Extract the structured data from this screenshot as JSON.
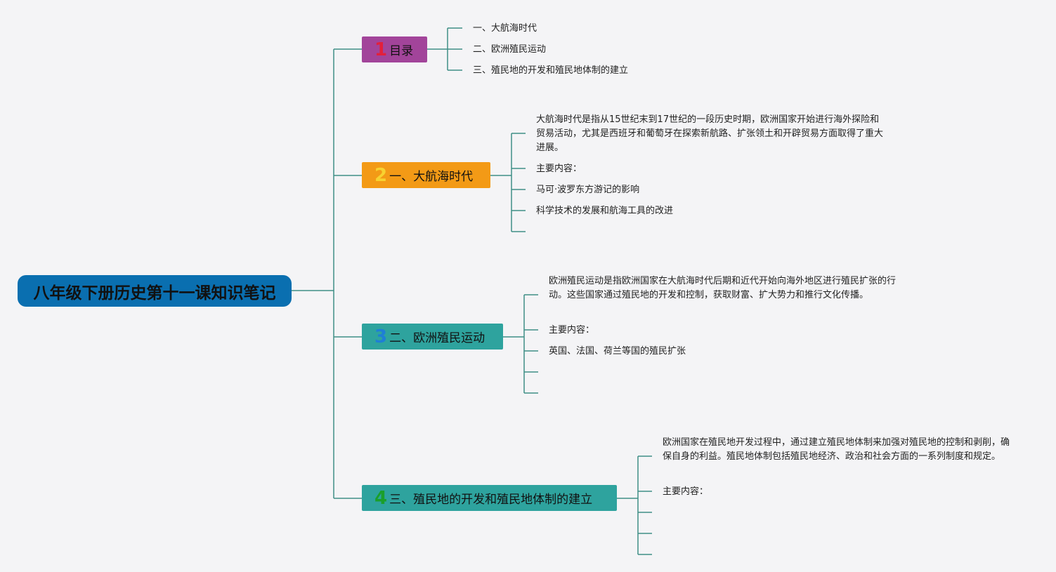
{
  "root": {
    "title": "八年级下册历史第十一课知识笔记"
  },
  "colors": {
    "connector": "#3f8f86",
    "root_bg": "#0a6fb0",
    "topic1_bg": "#a2449a",
    "topic2_bg": "#f39a16",
    "topic3_bg": "#2ea39e",
    "topic4_bg": "#2ea39e",
    "num1": "#e2203c",
    "num2": "#f7d230",
    "num3": "#1e7fd6",
    "num4": "#1a9f2a"
  },
  "topics": [
    {
      "number": "1",
      "label": "目录",
      "items": [
        "一、大航海时代",
        "二、欧洲殖民运动",
        "三、殖民地的开发和殖民地体制的建立"
      ]
    },
    {
      "number": "2",
      "label": "一、大航海时代",
      "description": "大航海时代是指从15世纪末到17世纪的一段历史时期，欧洲国家开始进行海外探险和贸易活动，尤其是西班牙和葡萄牙在探索新航路、扩张领土和开辟贸易方面取得了重大进展。",
      "items": [
        "主要内容：",
        "马可·波罗东方游记的影响",
        "科学技术的发展和航海工具的改进"
      ]
    },
    {
      "number": "3",
      "label": "二、欧洲殖民运动",
      "description": "欧洲殖民运动是指欧洲国家在大航海时代后期和近代开始向海外地区进行殖民扩张的行动。这些国家通过殖民地的开发和控制，获取财富、扩大势力和推行文化传播。",
      "items": [
        "主要内容：",
        "英国、法国、荷兰等国的殖民扩张"
      ]
    },
    {
      "number": "4",
      "label": "三、殖民地的开发和殖民地体制的建立",
      "description": "欧洲国家在殖民地开发过程中，通过建立殖民地体制来加强对殖民地的控制和剥削，确保自身的利益。殖民地体制包括殖民地经济、政治和社会方面的一系列制度和规定。",
      "items": [
        "主要内容："
      ]
    }
  ]
}
